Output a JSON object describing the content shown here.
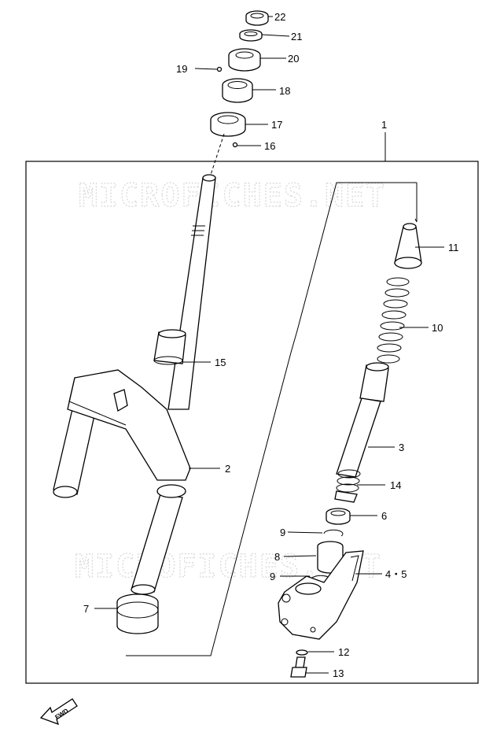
{
  "watermark": "MICROFICHES.NET",
  "fwd_label": "FWD",
  "callouts": [
    {
      "id": "22",
      "text": "22"
    },
    {
      "id": "21",
      "text": "21"
    },
    {
      "id": "20",
      "text": "20"
    },
    {
      "id": "19",
      "text": "19"
    },
    {
      "id": "18",
      "text": "18"
    },
    {
      "id": "17",
      "text": "17"
    },
    {
      "id": "16",
      "text": "16"
    },
    {
      "id": "1",
      "text": "1"
    },
    {
      "id": "11",
      "text": "11"
    },
    {
      "id": "10",
      "text": "10"
    },
    {
      "id": "15",
      "text": "15"
    },
    {
      "id": "3",
      "text": "3"
    },
    {
      "id": "2",
      "text": "2"
    },
    {
      "id": "14",
      "text": "14"
    },
    {
      "id": "6",
      "text": "6"
    },
    {
      "id": "9a",
      "text": "9"
    },
    {
      "id": "8",
      "text": "8"
    },
    {
      "id": "9b",
      "text": "9"
    },
    {
      "id": "45",
      "text": "4・5"
    },
    {
      "id": "7",
      "text": "7"
    },
    {
      "id": "12",
      "text": "12"
    },
    {
      "id": "13",
      "text": "13"
    }
  ]
}
